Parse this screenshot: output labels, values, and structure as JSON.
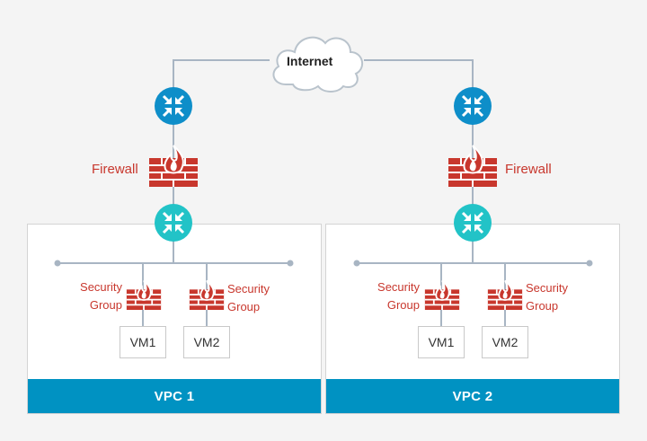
{
  "internet": {
    "label": "Internet"
  },
  "colors": {
    "router": "#0e8ec9",
    "vpc_router": "#22c3c7",
    "firewall": "#c8372d",
    "vpc_bar": "#0092c2",
    "line": "#a8b5c3"
  },
  "vpcs": [
    {
      "name": "VPC 1",
      "firewall_label": "Firewall",
      "security_groups": [
        {
          "line1": "Security",
          "line2": "Group"
        },
        {
          "line1": "Security",
          "line2": "Group"
        }
      ],
      "vms": [
        "VM1",
        "VM2"
      ]
    },
    {
      "name": "VPC 2",
      "firewall_label": "Firewall",
      "security_groups": [
        {
          "line1": "Security",
          "line2": "Group"
        },
        {
          "line1": "Security",
          "line2": "Group"
        }
      ],
      "vms": [
        "VM1",
        "VM2"
      ]
    }
  ]
}
